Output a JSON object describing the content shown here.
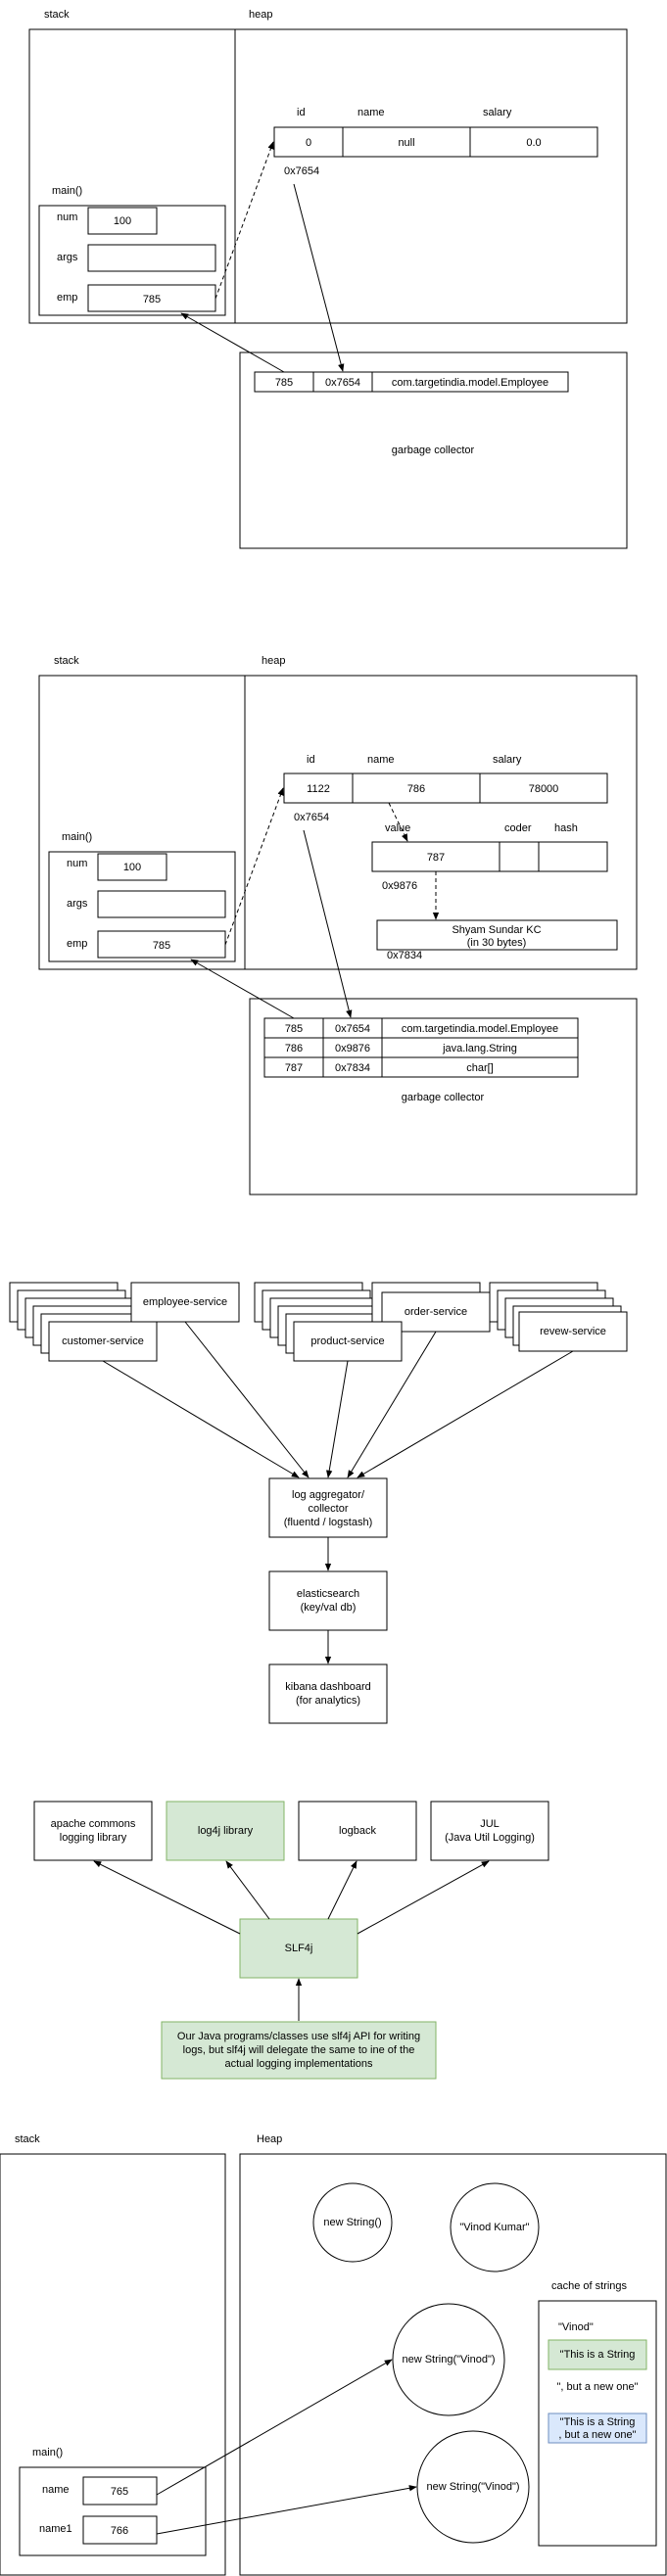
{
  "d1": {
    "stack_label": "stack",
    "heap_label": "heap",
    "main_label": "main()",
    "vars": [
      {
        "name": "num",
        "value": "100"
      },
      {
        "name": "args",
        "value": ""
      },
      {
        "name": "emp",
        "value": "785"
      }
    ],
    "field_headers": [
      "id",
      "name",
      "salary"
    ],
    "field_values": [
      "0",
      "null",
      "0.0"
    ],
    "object_address": "0x7654",
    "gc_row": [
      "785",
      "0x7654",
      "com.targetindia.model.Employee"
    ],
    "gc_label": "garbage collector"
  },
  "d2": {
    "stack_label": "stack",
    "heap_label": "heap",
    "main_label": "main()",
    "vars": [
      {
        "name": "num",
        "value": "100"
      },
      {
        "name": "args",
        "value": ""
      },
      {
        "name": "emp",
        "value": "785"
      }
    ],
    "field_headers": [
      "id",
      "name",
      "salary"
    ],
    "field_values": [
      "1122",
      "786",
      "78000"
    ],
    "object_address": "0x7654",
    "string_headers": [
      "value",
      "coder",
      "hash"
    ],
    "string_values": [
      "787",
      "",
      ""
    ],
    "string_address": "0x9876",
    "chars_value": "Shyam Sundar KC",
    "chars_size": "(in 30 bytes)",
    "chars_address": "0x7834",
    "gc_rows": [
      [
        "785",
        "0x7654",
        "com.targetindia.model.Employee"
      ],
      [
        "786",
        "0x9876",
        "java.lang.String"
      ],
      [
        "787",
        "0x7834",
        "char[]"
      ]
    ],
    "gc_label": "garbage collector"
  },
  "d3": {
    "services": [
      "employee-service",
      "customer-service",
      "order-service",
      "product-service",
      "revew-service"
    ],
    "aggregator": [
      "log aggregator/",
      "collector",
      "(fluentd / logstash)"
    ],
    "elasticsearch": [
      "elasticsearch",
      "(key/val db)"
    ],
    "kibana": [
      "kibana dashboard",
      "(for analytics)"
    ]
  },
  "d4": {
    "libs": [
      [
        "apache commons",
        "logging library"
      ],
      [
        "log4j library"
      ],
      [
        "logback"
      ],
      [
        "JUL",
        "(Java Util Logging)"
      ]
    ],
    "slf4j": "SLF4j",
    "note": [
      "Our Java programs/classes use slf4j API for writing",
      "logs, but slf4j will delegate the same to ine of the",
      "actual logging implementations"
    ]
  },
  "d5": {
    "stack_label": "stack",
    "heap_label": "Heap",
    "main_label": "main()",
    "vars": [
      {
        "name": "name",
        "value": "765"
      },
      {
        "name": "name1",
        "value": "766"
      }
    ],
    "circles": [
      "new String()",
      "\"Vinod Kumar\"",
      "new String(\"Vinod\")",
      "new String(\"Vinod\")"
    ],
    "cache_label": "cache of strings",
    "cache_vinod": "\"Vinod\"",
    "cache_green": "\"This is a String",
    "cache_plain": "\", but a new one\"",
    "cache_blue": [
      "\"This is a String",
      ", but a new one\""
    ]
  },
  "colors": {
    "green_fill": "#d5e8d4",
    "green_stroke": "#82b366",
    "blue_fill": "#dae8fc",
    "blue_stroke": "#6c8ebf"
  }
}
